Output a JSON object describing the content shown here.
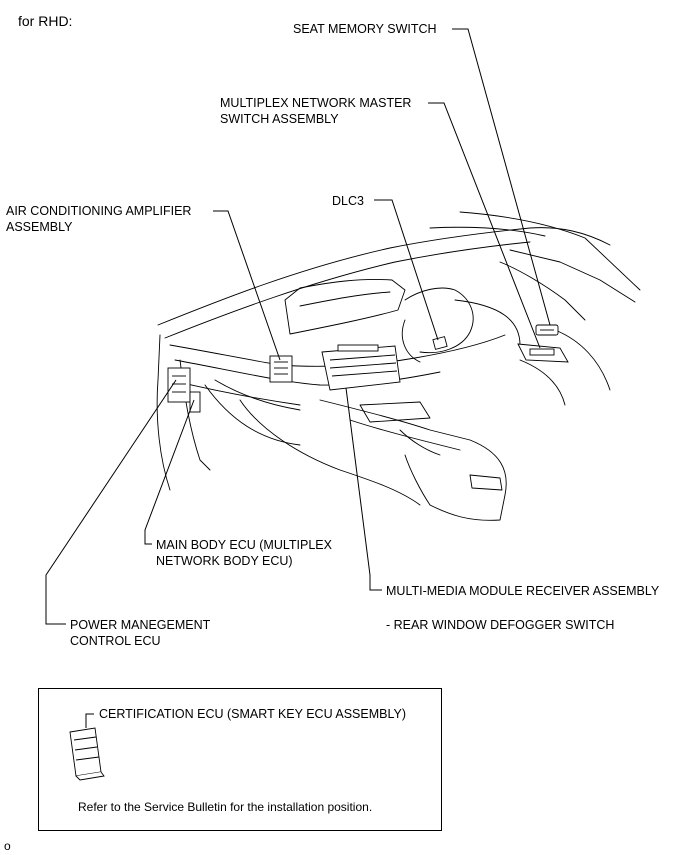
{
  "header": {
    "variant": "for RHD:"
  },
  "callouts": {
    "seat_memory_switch": "SEAT MEMORY SWITCH",
    "multiplex_master_line1": "MULTIPLEX NETWORK MASTER",
    "multiplex_master_line2": "SWITCH ASSEMBLY",
    "dlc3": "DLC3",
    "ac_amplifier_line1": "AIR CONDITIONING AMPLIFIER",
    "ac_amplifier_line2": "ASSEMBLY",
    "main_body_ecu_line1": "MAIN BODY ECU (MULTIPLEX",
    "main_body_ecu_line2": "NETWORK BODY ECU)",
    "multimedia_receiver": "MULTI-MEDIA MODULE RECEIVER ASSEMBLY",
    "rear_defogger": "- REAR WINDOW DEFOGGER SWITCH",
    "power_mgmt_line1": "POWER MANEGEMENT",
    "power_mgmt_line2": "CONTROL ECU"
  },
  "inset": {
    "certification_ecu": "CERTIFICATION ECU (SMART KEY ECU ASSEMBLY)",
    "note": "Refer to the Service Bulletin for the installation position."
  },
  "footer": {
    "code": "o"
  }
}
